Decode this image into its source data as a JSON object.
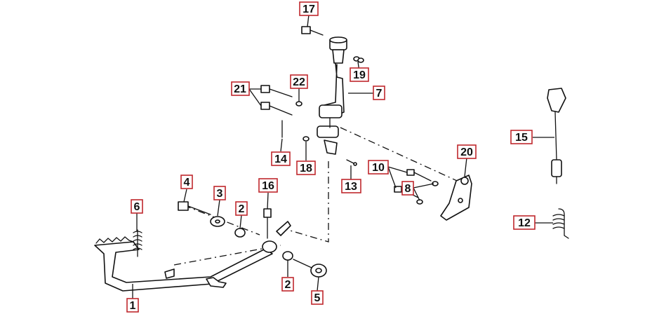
{
  "callouts": {
    "c1": "1",
    "c2a": "2",
    "c2b": "2",
    "c3": "3",
    "c4": "4",
    "c5": "5",
    "c6": "6",
    "c7": "7",
    "c8": "8",
    "c10": "10",
    "c12": "12",
    "c13": "13",
    "c14": "14",
    "c15": "15",
    "c16": "16",
    "c17": "17",
    "c18": "18",
    "c19": "19",
    "c20": "20",
    "c21": "21",
    "c22": "22"
  },
  "colors": {
    "callout_border": "#c0282d",
    "ink": "#111111",
    "background": "#ffffff"
  }
}
